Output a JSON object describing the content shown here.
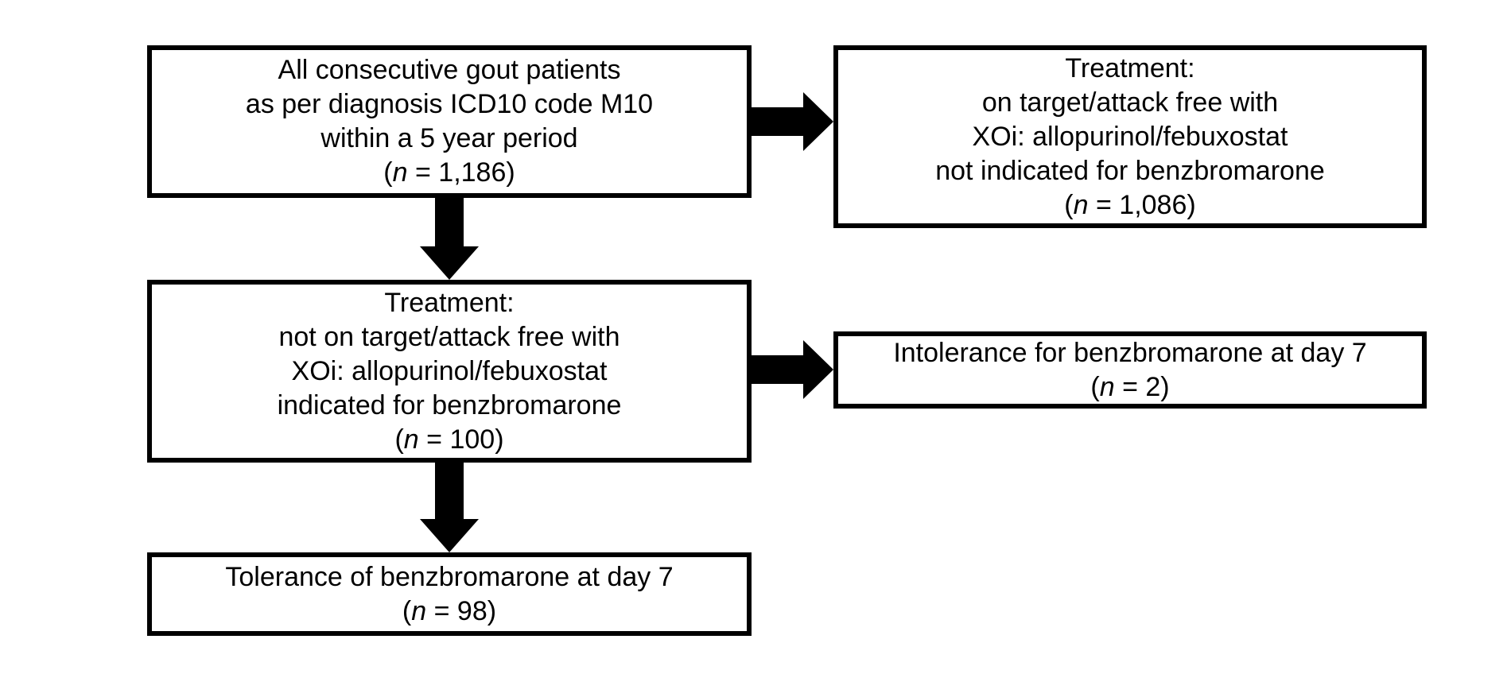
{
  "flowchart": {
    "colors": {
      "background": "#ffffff",
      "box_border": "#000000",
      "arrow": "#000000",
      "text": "#000000"
    },
    "boxes": [
      {
        "id": "all-gout-patients",
        "lines": [
          "All consecutive gout patients",
          "as per diagnosis ICD10 code M10",
          "within a 5 year period"
        ],
        "count": {
          "open": "(",
          "var": "n",
          "rest": " = 1,186)"
        }
      },
      {
        "id": "treatment-xoi-not-indicated",
        "lines": [
          "Treatment:",
          "on target/attack free with",
          "XOi: allopurinol/febuxostat",
          "not indicated for benzbromarone"
        ],
        "count": {
          "open": "(",
          "var": "n",
          "rest": " = 1,086)"
        }
      },
      {
        "id": "treatment-benzbromarone-indicated",
        "lines": [
          "Treatment:",
          "not on target/attack free with",
          "XOi: allopurinol/febuxostat",
          "indicated for benzbromarone"
        ],
        "count": {
          "open": "(",
          "var": "n",
          "rest": " = 100)"
        }
      },
      {
        "id": "intolerance-day-7",
        "lines": [
          "Intolerance for benzbromarone at day 7"
        ],
        "count": {
          "open": "(",
          "var": "n",
          "rest": " = 2)"
        }
      },
      {
        "id": "tolerance-day-7",
        "lines": [
          "Tolerance of benzbromarone at day 7"
        ],
        "count": {
          "open": "(",
          "var": "n",
          "rest": " = 98)"
        }
      }
    ],
    "arrows": [
      {
        "from": "all-gout-patients",
        "to": "treatment-xoi-not-indicated",
        "direction": "right"
      },
      {
        "from": "all-gout-patients",
        "to": "treatment-benzbromarone-indicated",
        "direction": "down"
      },
      {
        "from": "treatment-benzbromarone-indicated",
        "to": "intolerance-day-7",
        "direction": "right"
      },
      {
        "from": "treatment-benzbromarone-indicated",
        "to": "tolerance-day-7",
        "direction": "down"
      }
    ]
  }
}
